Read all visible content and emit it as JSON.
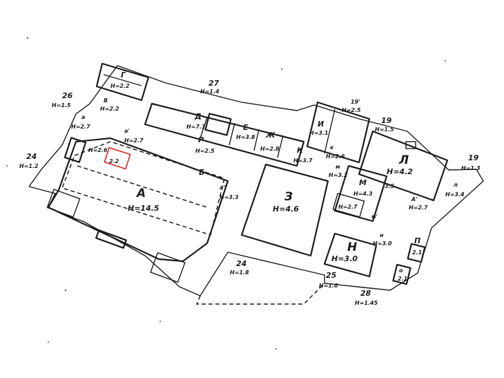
{
  "labels": {
    "A": "А",
    "A_h": "Н=14.5",
    "B": "Б",
    "a1": "а'",
    "a1_h": "Н=2.7",
    "a": "а",
    "a_h": "Н=2.7",
    "a2": "а\"",
    "a2_h": "Н=3.3",
    "h26": "Н=2.6",
    "h22_red": "2.2",
    "v": "В",
    "v_h": "Н=2.2",
    "g": "Г",
    "g_h": "Н=2.2",
    "d": "Д",
    "d_h": "Н=7.1",
    "r": "Р",
    "r_h": "Н=2.5",
    "e": "Е",
    "e_h": "Н=3.8",
    "zh": "Ж",
    "zh_h": "Н=2.8",
    "k": "К",
    "k_h": "Н=3.7",
    "k2": "к",
    "k2_h": "Н=2.6",
    "i": "И",
    "i_h": "Н=3.1",
    "z": "З",
    "z_h": "Н=4.6",
    "m": "м",
    "m_h": "Н=3.2",
    "M": "М",
    "M_h": "Н=4.3",
    "m2_h": "Н=2.7",
    "m1": "м'",
    "L": "Л",
    "L_h": "Н=4.2",
    "l": "л",
    "l_h": "Н=3.4",
    "a4": "А'",
    "a4_h": "Н=2.7",
    "h35": "3.5",
    "N": "Н",
    "N_h": "Н=3.0",
    "n": "н",
    "n_h": "Н=3.0",
    "p": "П",
    "p_h": "2.1",
    "o": "о",
    "o_h": "2.1",
    "f27": "27",
    "f27_h": "Н=1.4",
    "f26": "26",
    "f26_h": "Н=1.5",
    "f24a": "24",
    "f24a_h": "Н=1.2",
    "f19a": "19'",
    "f19a_h": "Н=2.5",
    "f19": "19",
    "f19_h": "Н=1.5",
    "f19b": "19",
    "f19b_h": "Н=1.3",
    "f24": "24",
    "f24_h": "Н=1.8",
    "f25": "25",
    "f25_h": "Н=1.0",
    "f28": "28",
    "f28_h": "Н=1.45"
  }
}
